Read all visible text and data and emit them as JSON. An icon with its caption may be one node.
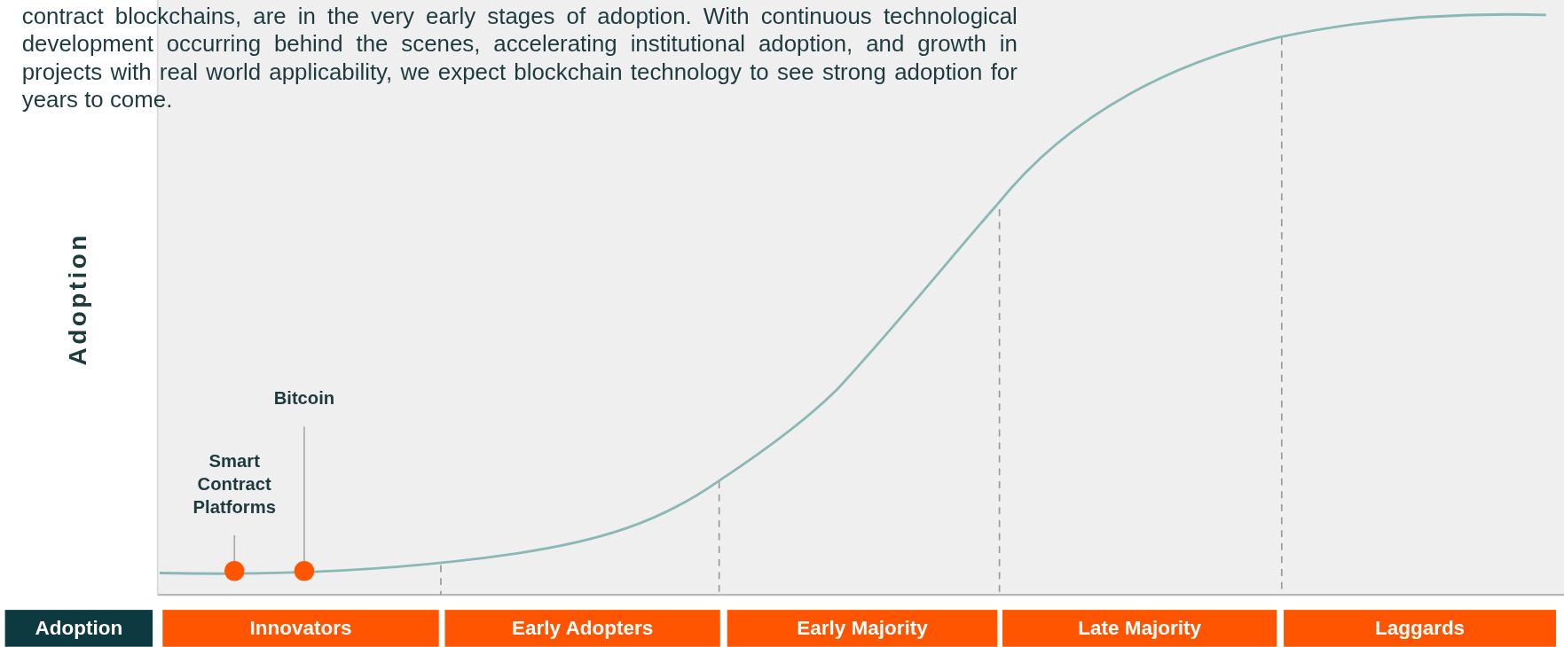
{
  "diagram": {
    "nodes": [
      {
        "text": [
          "Smart Contract Platforms"
        ]
      },
      {
        "text": [],
        "shape": "circle"
      },
      {
        "text": [
          "Bitcoin"
        ]
      },
      {
        "text": [],
        "shape": "circle"
      },
      {
        "text": [
          "Adoption"
        ]
      },
      {
        "text": [
          "Innovators"
        ]
      },
      {
        "text": [
          "Early Adopters"
        ]
      },
      {
        "text": [
          "Early Majority"
        ]
      },
      {
        "text": [
          "Late Majority"
        ]
      },
      {
        "text": [
          "Laggards"
        ]
      }
    ],
    "edges": [
      {
        "from": 0,
        "to": 1,
        "arrow": "none"
      },
      {
        "from": 2,
        "to": 3,
        "arrow": "none"
      }
    ],
    "labels": [
      "contract blockchains, are in the very early stages of adoption. With continuous technological development occurring behind the scenes, accelerating institutional adoption, and growth in projects with real world applicability, we expect blockchain technology to see strong adoption for years to come.",
      "Adoption"
    ]
  }
}
